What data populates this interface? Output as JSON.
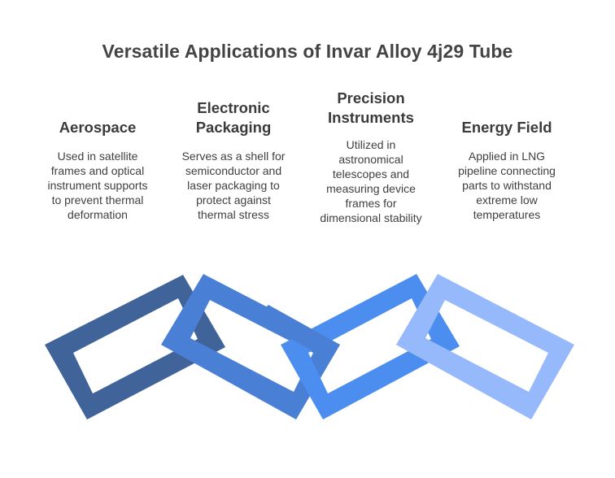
{
  "title": "Versatile Applications of Invar Alloy 4j29 Tube",
  "items": [
    {
      "heading": "Aerospace",
      "description": "Used in satellite\nframes and optical\ninstrument supports\nto prevent thermal\ndeformation",
      "color": "#40639A"
    },
    {
      "heading": "Electronic\nPackaging",
      "description": "Serves as a shell for\nsemiconductor and\nlaser packaging to\nprotect against\nthermal stress",
      "color": "#4A7FD6"
    },
    {
      "heading": "Precision\nInstruments",
      "description": "Utilized in\nastronomical\ntelescopes and\nmeasuring device\nframes for\ndimensional stability",
      "color": "#4C8DF0"
    },
    {
      "heading": "Energy Field",
      "description": "Applied in LNG\npipeline connecting\nparts to withstand\nextreme low\ntemperatures",
      "color": "#95B9FA"
    }
  ]
}
